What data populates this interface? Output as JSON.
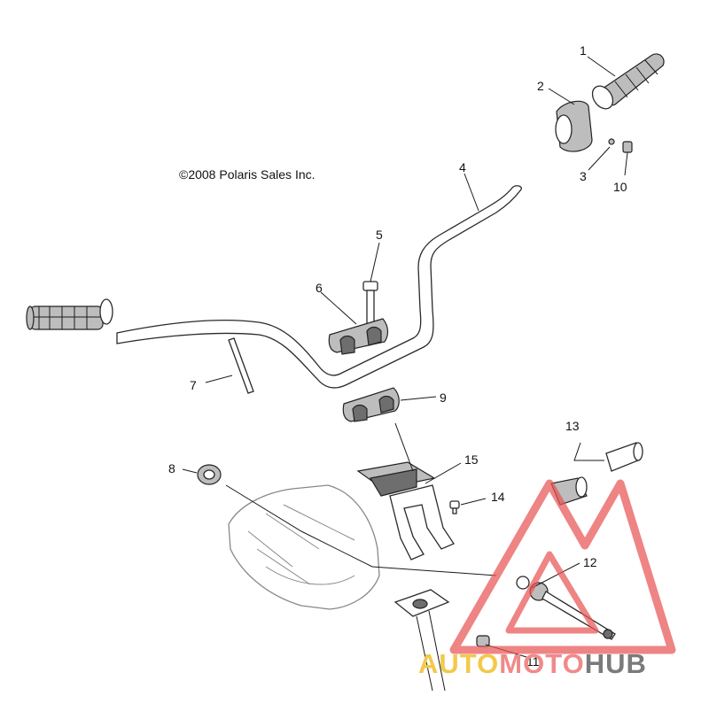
{
  "copyright": "©2008 Polaris Sales Inc.",
  "callouts": [
    {
      "id": "1",
      "label": "1"
    },
    {
      "id": "2",
      "label": "2"
    },
    {
      "id": "3",
      "label": "3"
    },
    {
      "id": "4",
      "label": "4"
    },
    {
      "id": "5",
      "label": "5"
    },
    {
      "id": "6",
      "label": "6"
    },
    {
      "id": "7",
      "label": "7"
    },
    {
      "id": "8",
      "label": "8"
    },
    {
      "id": "9",
      "label": "9"
    },
    {
      "id": "10",
      "label": "10"
    },
    {
      "id": "11",
      "label": "11"
    },
    {
      "id": "12",
      "label": "12"
    },
    {
      "id": "13",
      "label": "13"
    },
    {
      "id": "14",
      "label": "14"
    },
    {
      "id": "15",
      "label": "15"
    }
  ],
  "watermark": {
    "part1": "AUTO",
    "part2": "MOTO",
    "part3": "HUB",
    "color_auto": "#f2c94c",
    "color_moto": "#f08a8a",
    "color_hub": "#7a7a7a",
    "logo_color": "#e85555"
  }
}
